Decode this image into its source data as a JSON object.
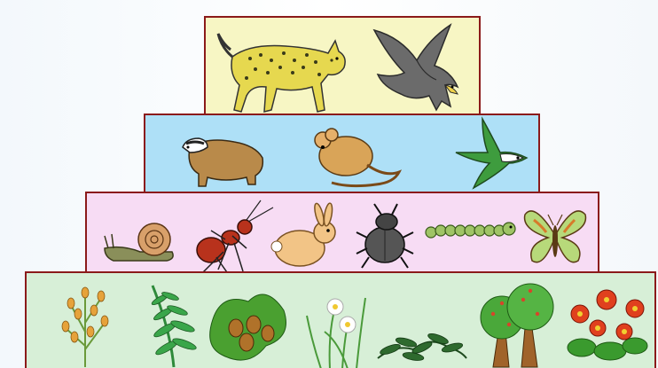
{
  "pyramid": {
    "tiers": [
      {
        "level": "top",
        "color": "#f7f6c4",
        "organisms": [
          "lynx",
          "eagle"
        ]
      },
      {
        "level": "second",
        "color": "#aee0f7",
        "organisms": [
          "badger",
          "mouse",
          "swallow"
        ]
      },
      {
        "level": "third",
        "color": "#f7dcf4",
        "organisms": [
          "snail",
          "ant",
          "rabbit",
          "beetle",
          "caterpillar",
          "butterfly"
        ]
      },
      {
        "level": "base",
        "color": "#d7efd7",
        "organisms": [
          "yellow-flowering-plant",
          "fern",
          "oak-branch-acorns",
          "daisies",
          "low-shrub",
          "trees",
          "red-flowers"
        ]
      }
    ],
    "border_color": "#8b1a1a"
  }
}
